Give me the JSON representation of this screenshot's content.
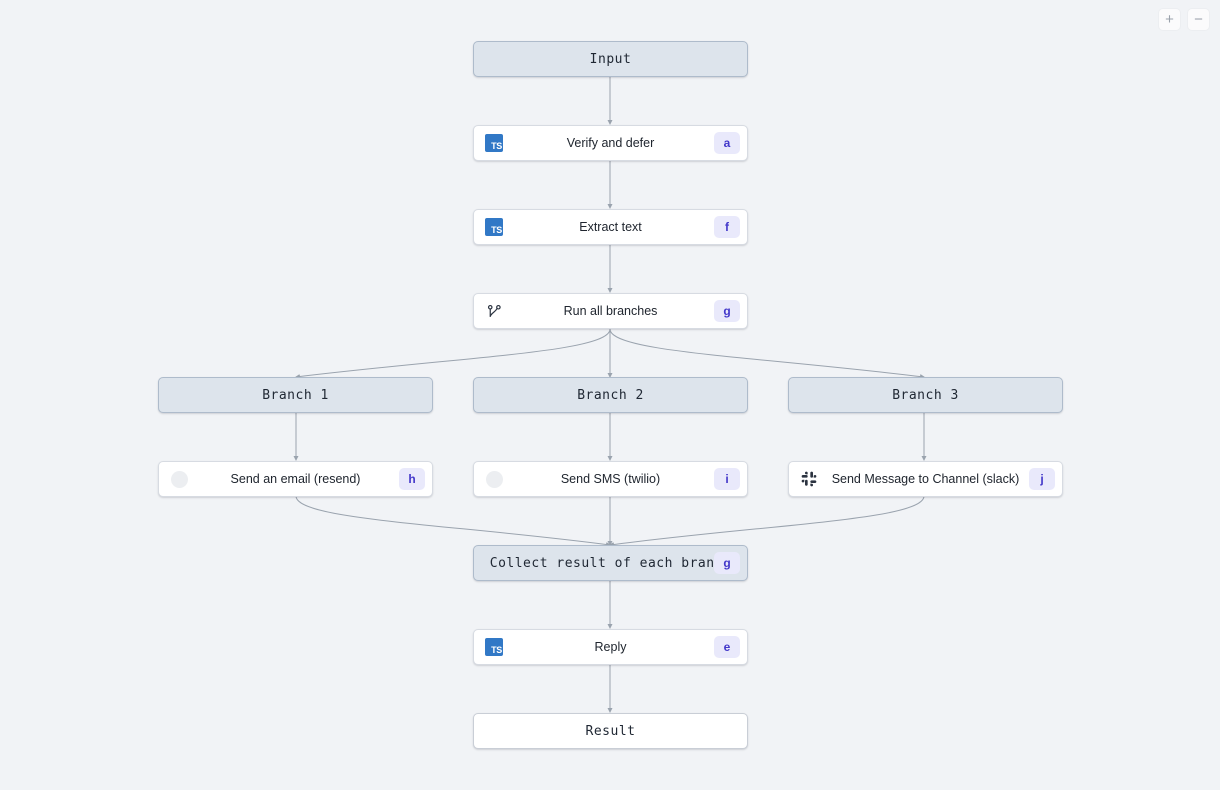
{
  "canvas": {
    "background_color": "#f1f3f6",
    "edge_color": "#9aa3ae"
  },
  "zoom_controls": {
    "zoom_in_label": "+",
    "zoom_out_label": "−"
  },
  "theme": {
    "struct_node_bg": "#dde4ec",
    "struct_node_border": "#aebbcb",
    "step_node_bg": "#ffffff",
    "step_node_border": "#d7dbe2",
    "badge_bg": "#e9e9fb",
    "badge_text": "#4338ca",
    "ts_icon_bg": "#3178c6"
  },
  "nodes": {
    "input": {
      "label": "Input"
    },
    "verify": {
      "label": "Verify and defer",
      "badge": "a",
      "icon": "typescript-icon"
    },
    "extract": {
      "label": "Extract text",
      "badge": "f",
      "icon": "typescript-icon"
    },
    "run_all": {
      "label": "Run all branches",
      "badge": "g",
      "icon": "branch-fork-icon"
    },
    "branch1": {
      "label": "Branch 1"
    },
    "branch2": {
      "label": "Branch 2"
    },
    "branch3": {
      "label": "Branch 3"
    },
    "email": {
      "label": "Send an email (resend)",
      "badge": "h",
      "icon": "resend-circle-icon"
    },
    "sms": {
      "label": "Send SMS (twilio)",
      "badge": "i",
      "icon": "twilio-circle-icon"
    },
    "slack": {
      "label": "Send Message to Channel (slack)",
      "badge": "j",
      "icon": "slack-icon"
    },
    "collect": {
      "label": "Collect result of each branch",
      "badge": "g"
    },
    "reply": {
      "label": "Reply",
      "badge": "e",
      "icon": "typescript-icon"
    },
    "result": {
      "label": "Result"
    }
  },
  "icon_text": {
    "ts": "TS"
  }
}
